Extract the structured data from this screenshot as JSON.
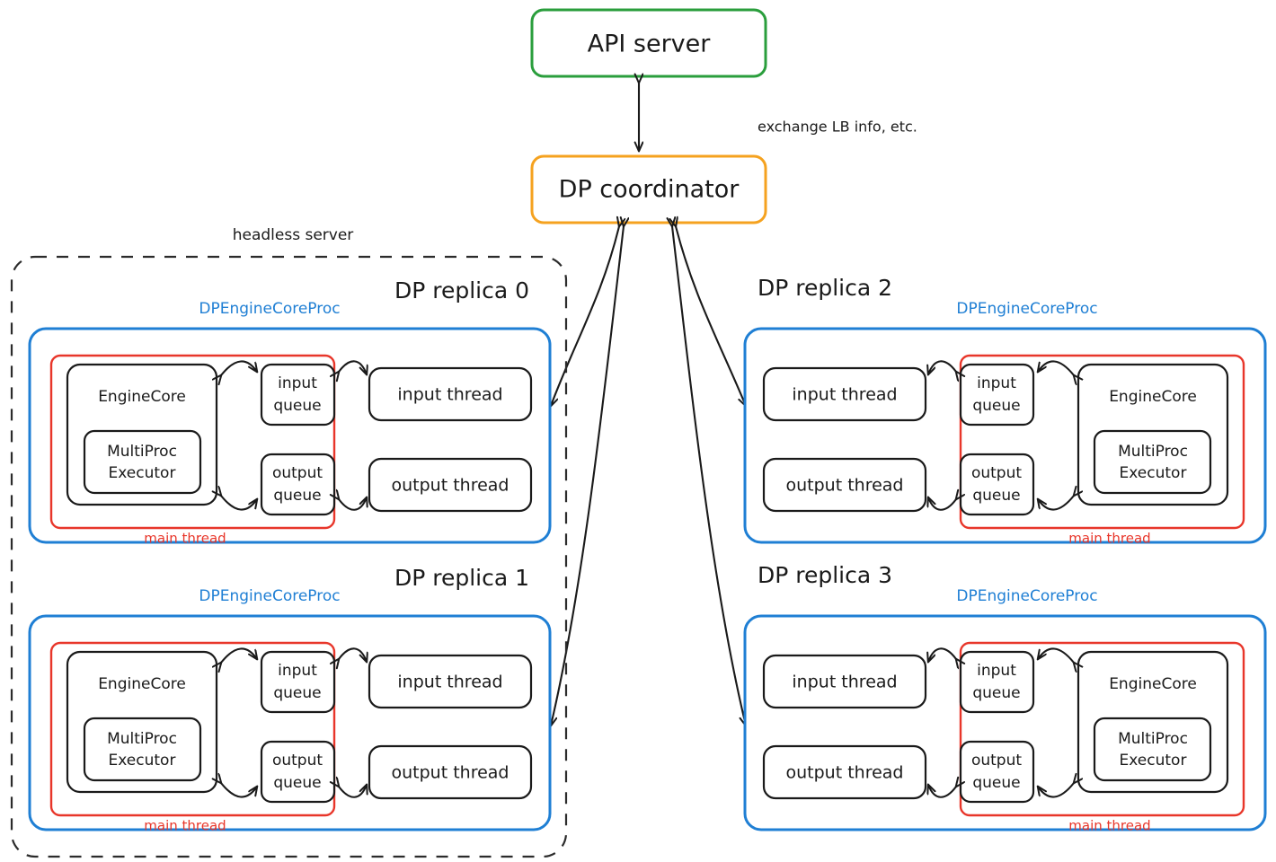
{
  "diagram": {
    "title_nodes": {
      "api_server": "API server",
      "dp_coordinator": "DP coordinator"
    },
    "edge_labels": {
      "api_to_coordinator": "exchange LB info, etc."
    },
    "headless_server_label": "headless server",
    "colors": {
      "api_server": "#2a9e3c",
      "dp_coordinator": "#f5a21f",
      "process_boundary": "#1f7fd4",
      "main_thread": "#e8362a",
      "node_stroke": "#1a1a1a",
      "headless_boundary": "#2b2b2b",
      "background": "#ffffff"
    },
    "replicas": [
      {
        "title": "DP replica 0",
        "process_label": "DPEngineCoreProc",
        "thread_label": "main thread",
        "orientation": "left",
        "boxes": {
          "engine_core": "EngineCore",
          "executor_line1": "MultiProc",
          "executor_line2": "Executor",
          "input_queue_line1": "input",
          "input_queue_line2": "queue",
          "output_queue_line1": "output",
          "output_queue_line2": "queue",
          "input_thread": "input thread",
          "output_thread": "output thread"
        }
      },
      {
        "title": "DP replica 1",
        "process_label": "DPEngineCoreProc",
        "thread_label": "main thread",
        "orientation": "left",
        "boxes": {
          "engine_core": "EngineCore",
          "executor_line1": "MultiProc",
          "executor_line2": "Executor",
          "input_queue_line1": "input",
          "input_queue_line2": "queue",
          "output_queue_line1": "output",
          "output_queue_line2": "queue",
          "input_thread": "input thread",
          "output_thread": "output thread"
        }
      },
      {
        "title": "DP replica 2",
        "process_label": "DPEngineCoreProc",
        "thread_label": "main thread",
        "orientation": "right",
        "boxes": {
          "engine_core": "EngineCore",
          "executor_line1": "MultiProc",
          "executor_line2": "Executor",
          "input_queue_line1": "input",
          "input_queue_line2": "queue",
          "output_queue_line1": "output",
          "output_queue_line2": "queue",
          "input_thread": "input thread",
          "output_thread": "output thread"
        }
      },
      {
        "title": "DP replica 3",
        "process_label": "DPEngineCoreProc",
        "thread_label": "main thread",
        "orientation": "right",
        "boxes": {
          "engine_core": "EngineCore",
          "executor_line1": "MultiProc",
          "executor_line2": "Executor",
          "input_queue_line1": "input",
          "input_queue_line2": "queue",
          "output_queue_line1": "output",
          "output_queue_line2": "queue",
          "input_thread": "input thread",
          "output_thread": "output thread"
        }
      }
    ]
  }
}
